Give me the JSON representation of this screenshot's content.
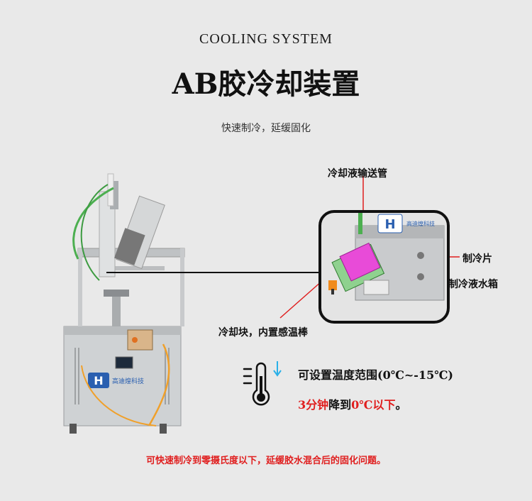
{
  "header": {
    "subtitle_en": "COOLING SYSTEM",
    "title_cn": "AB胶冷却装置",
    "tagline": "快速制冷，延缓固化"
  },
  "callouts": {
    "coolant_pipe": "冷却液输送管",
    "cooling_plate": "制冷片",
    "coolant_tank": "制冷液水箱",
    "cooling_block": "冷却块，内置感温棒"
  },
  "specs": {
    "temp_prefix": "可设置温度范围",
    "temp_range": "(0℃~-15℃)",
    "time_value": "3分钟",
    "time_mid": "降到",
    "time_target": "0℃以下",
    "time_end": "。"
  },
  "footer": {
    "note": "可快速制冷到零摄氏度以下，延缓胶水混合后的固化问题。"
  },
  "brand": {
    "logo_letter": "H",
    "logo_text_left": "高迪煌科技",
    "logo_text_right": "高迪煌科技"
  },
  "colors": {
    "background": "#e9e9e9",
    "accent_red": "#e01e1e",
    "brand_blue": "#2a5fb0",
    "brand_orange": "#f08a1c",
    "pipe_green": "#4caf50",
    "plate_magenta": "#e84bd8"
  },
  "icons": {
    "thermometer": "thermometer-icon",
    "arrow": "down-arrow-icon"
  }
}
